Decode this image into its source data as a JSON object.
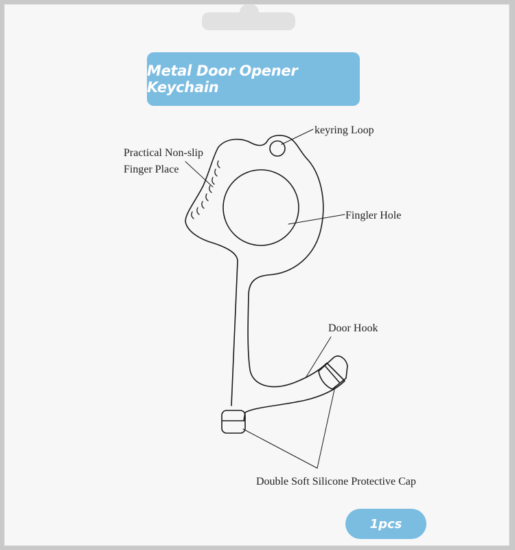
{
  "title": "Metal Door Opener Keychain",
  "quantity": "1pcs",
  "labels": {
    "keyring_loop": "keyring Loop",
    "finger_place_line1": "Practical Non-slip",
    "finger_place_line2": "Finger Place",
    "finger_hole": "Fingler Hole",
    "door_hook": "Door Hook",
    "protective_cap": "Double Soft Silicone Protective Cap"
  },
  "colors": {
    "accent": "#7bbce1",
    "line": "#1a1a1a"
  }
}
